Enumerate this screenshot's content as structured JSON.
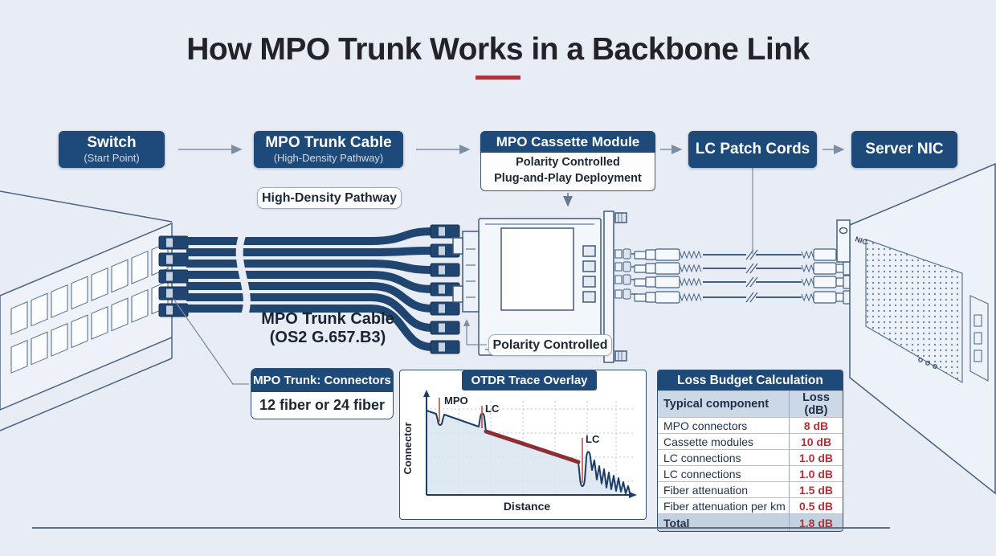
{
  "title": "How MPO Trunk Works in a Backbone Link",
  "flow": {
    "switch": {
      "label": "Switch",
      "sub": "(Start Point)"
    },
    "trunk": {
      "label": "MPO Trunk Cable",
      "sub": "(High-Density Pathway)"
    },
    "cassette": {
      "label": "MPO Cassette Module",
      "sub1": "Polarity Controlled",
      "sub2": "Plug-and-Play Deployment"
    },
    "patch": {
      "label": "LC Patch Cords"
    },
    "server": {
      "label": "Server NIC"
    }
  },
  "callouts": {
    "high_density": "High-Density Pathway",
    "trunk_cable_line1": "MPO Trunk Cable",
    "trunk_cable_line2": "(OS2 G.657.B3)",
    "polarity": "Polarity Controlled",
    "connectors_header": "MPO Trunk: Connectors",
    "connectors_body": "12 fiber or 24 fiber",
    "nic_label": "NIC"
  },
  "chart_data": {
    "type": "line",
    "title": "OTDR Trace Overlay",
    "xlabel": "Distance",
    "ylabel": "Connector",
    "grid": true,
    "legend": false,
    "events": [
      {
        "label": "MPO",
        "x_frac": 0.07,
        "kind": "loss-dip"
      },
      {
        "label": "LC",
        "x_frac": 0.28,
        "kind": "reflective-spike"
      },
      {
        "label": "LC",
        "x_frac": 0.77,
        "kind": "dip-then-spike"
      }
    ],
    "series": [
      {
        "name": "backscatter-trace",
        "x_frac": [
          0.0,
          0.05,
          0.07,
          0.09,
          0.26,
          0.28,
          0.3,
          0.75,
          0.77,
          0.8,
          0.82,
          1.0
        ],
        "level": [
          0.85,
          0.82,
          0.68,
          0.8,
          0.68,
          0.82,
          0.63,
          0.33,
          0.1,
          0.45,
          0.25,
          0.05
        ],
        "note": "relative power level; dips/spikes at connector events, noisy tail after fiber end"
      },
      {
        "name": "highlighted-span",
        "color": "#8d2e35",
        "from_x_frac": 0.3,
        "to_x_frac": 0.75,
        "note": "thick dark-red overlay segment between first and second LC connection"
      }
    ]
  },
  "table": {
    "title": "Loss Budget Calculation",
    "columns": [
      "Typical component",
      "Loss (dB)"
    ],
    "rows": [
      [
        "MPO connectors",
        "8 dB"
      ],
      [
        "Cassette modules",
        "10 dB"
      ],
      [
        "LC connections",
        "1.0 dB"
      ],
      [
        "LC connections",
        "1.0 dB"
      ],
      [
        "Fiber attenuation",
        "1.5 dB"
      ],
      [
        "Fiber attenuation per km",
        "0.5 dB"
      ]
    ],
    "total": [
      "Total",
      "1.8 dB"
    ]
  },
  "colors": {
    "background": "#e8ecf4",
    "navy_box": "#1d4a78",
    "red_accent": "#a83740",
    "loss_value_red": "#ae3339",
    "trace_red": "#8d2e35",
    "marker_red": "#c0504d",
    "line_art": "#47617f",
    "cable_navy": "#1f4570",
    "arrow_gray": "#7d8da3"
  }
}
